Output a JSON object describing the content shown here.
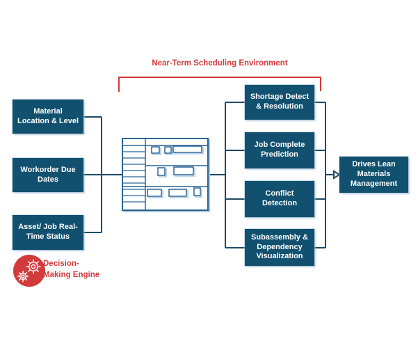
{
  "colors": {
    "box": "#11506e",
    "red": "#d23a3c",
    "line": "#1d4a68",
    "schem": "#2a6496",
    "schemShadow": "#aac7dd"
  },
  "title": "Near-Term Scheduling Environment",
  "inputs": [
    {
      "label": "Material\nLocation & Level"
    },
    {
      "label": "Workorder Due\nDates"
    },
    {
      "label": "Asset/ Job Real-\nTime Status"
    }
  ],
  "engine": {
    "label": "Decision-\nMaking Engine",
    "icon": "gears-icon"
  },
  "processes": [
    {
      "label": "Shortage Detect\n& Resolution"
    },
    {
      "label": "Job Complete\nPrediction"
    },
    {
      "label": "Conflict\nDetection"
    },
    {
      "label": "Subassembly &\nDependency\nVisualization"
    }
  ],
  "outcome": {
    "label": "Drives Lean\nMaterials\nManagement"
  }
}
